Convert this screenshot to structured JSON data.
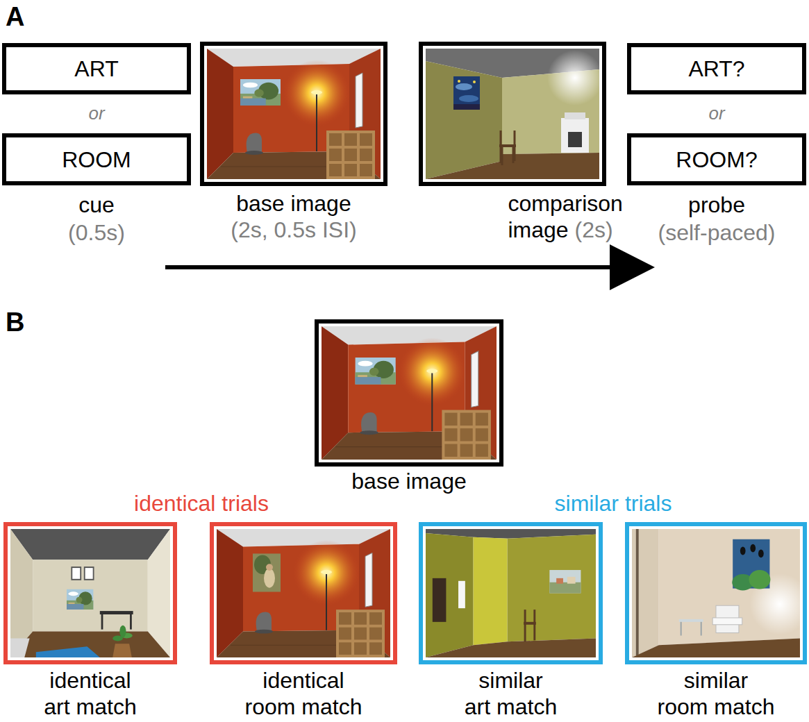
{
  "diagram": {
    "nodes": [
      {
        "text": [
          "ART"
        ]
      },
      {
        "text": [
          "ROOM"
        ]
      },
      {
        "text": [
          "base image",
          "(2s, 0.5s ISI)"
        ]
      },
      {
        "text": [
          "comparison image",
          "(2s)"
        ]
      },
      {
        "text": [
          "ART?"
        ]
      },
      {
        "text": [
          "ROOM?"
        ]
      },
      {
        "text": [
          "base image"
        ]
      },
      {
        "text": [
          "identical art match"
        ]
      },
      {
        "text": [
          "identical room match"
        ]
      },
      {
        "text": [
          "similar art match"
        ]
      },
      {
        "text": [
          "similar room match"
        ]
      }
    ],
    "labels": [
      "A",
      "or",
      "cue",
      "(0.5s)",
      "or",
      "probe",
      "(self-paced)",
      "B",
      "identical trials",
      "similar trials"
    ]
  }
}
